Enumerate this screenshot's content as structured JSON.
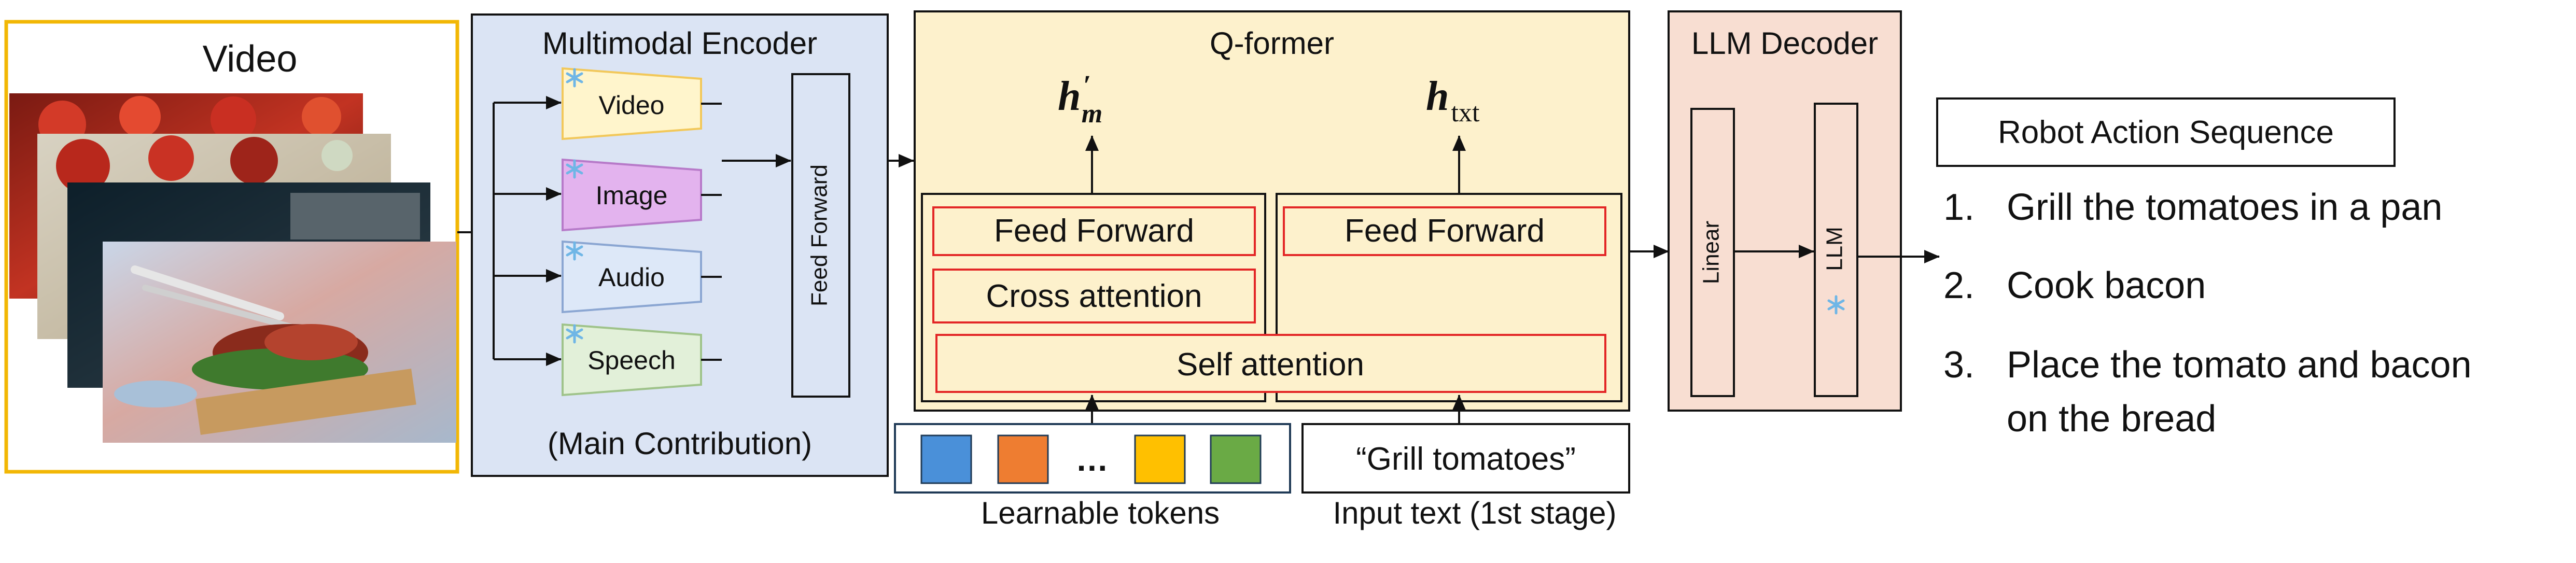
{
  "video_panel": {
    "title": "Video"
  },
  "encoder": {
    "title": "Multimodal Encoder",
    "modalities": [
      "Video",
      "Image",
      "Audio",
      "Speech"
    ],
    "feed_forward": "Feed Forward",
    "caption": "(Main Contribution)"
  },
  "qformer": {
    "title": "Q-former",
    "output_left": {
      "symbol": "h",
      "sub": "m",
      "prime": "′"
    },
    "output_right": {
      "symbol": "h",
      "sub": "txt"
    },
    "feed_forward_left": "Feed Forward",
    "cross_attention": "Cross attention",
    "feed_forward_right": "Feed Forward",
    "self_attention": "Self attention"
  },
  "tokens": {
    "label": "Learnable tokens",
    "ellipsis": "…",
    "colors": [
      "#4a90d9",
      "#ee7d31",
      "#ffc000",
      "#6aaa45"
    ]
  },
  "input_text": {
    "value": "“Grill tomatoes”",
    "label": "Input text (1st stage)"
  },
  "llm_decoder": {
    "title": "LLM Decoder",
    "linear": "Linear",
    "llm": "LLM"
  },
  "output": {
    "title": "Robot Action Sequence",
    "steps": [
      {
        "num": "1.",
        "text": "Grill the tomatoes in a pan"
      },
      {
        "num": "2.",
        "text": "Cook bacon"
      },
      {
        "num": "3.",
        "text": "Place the tomato and bacon",
        "text2": "on the bread"
      }
    ]
  },
  "colors": {
    "video_border": "#f2b705",
    "encoder_fill": "#dbe4f4",
    "qformer_fill": "#fdf1cc",
    "decoder_fill": "#f8ded2",
    "attention_border": "#e32626",
    "video_mod": "#fff5cc",
    "image_mod": "#e3b3ee",
    "audio_mod": "#dde8f8",
    "speech_mod": "#e2f0d9",
    "snowflake": "#6fb6e6"
  }
}
